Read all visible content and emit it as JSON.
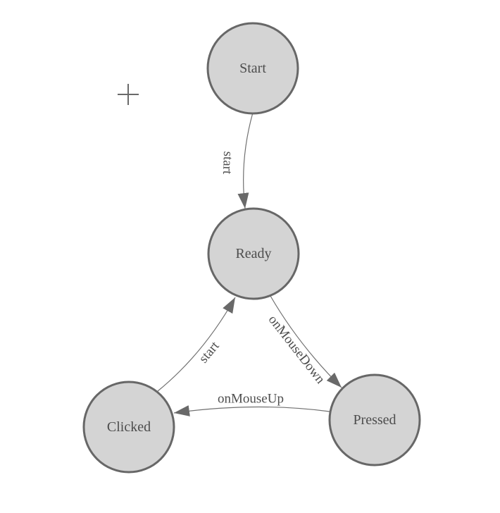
{
  "diagram": {
    "kind": "state-machine-diagram",
    "nodes": [
      {
        "id": "start",
        "label": "Start"
      },
      {
        "id": "ready",
        "label": "Ready"
      },
      {
        "id": "clicked",
        "label": "Clicked"
      },
      {
        "id": "pressed",
        "label": "Pressed"
      }
    ],
    "edges": [
      {
        "from": "Start",
        "to": "Ready",
        "label": "start"
      },
      {
        "from": "Clicked",
        "to": "Ready",
        "label": "start"
      },
      {
        "from": "Ready",
        "to": "Pressed",
        "label": "onMouseDown"
      },
      {
        "from": "Pressed",
        "to": "Clicked",
        "label": "onMouseUp"
      }
    ],
    "icons": [
      {
        "name": "crosshair-plus-icon"
      }
    ]
  },
  "colors": {
    "canvasBg": "#ffffff",
    "nodeFill": "#d4d4d4",
    "nodeStroke": "#676767",
    "edgeStroke": "#707070",
    "arrowFill": "#696969",
    "labelText": "#4d4d4d",
    "crosshair": "#6a6a6a"
  }
}
